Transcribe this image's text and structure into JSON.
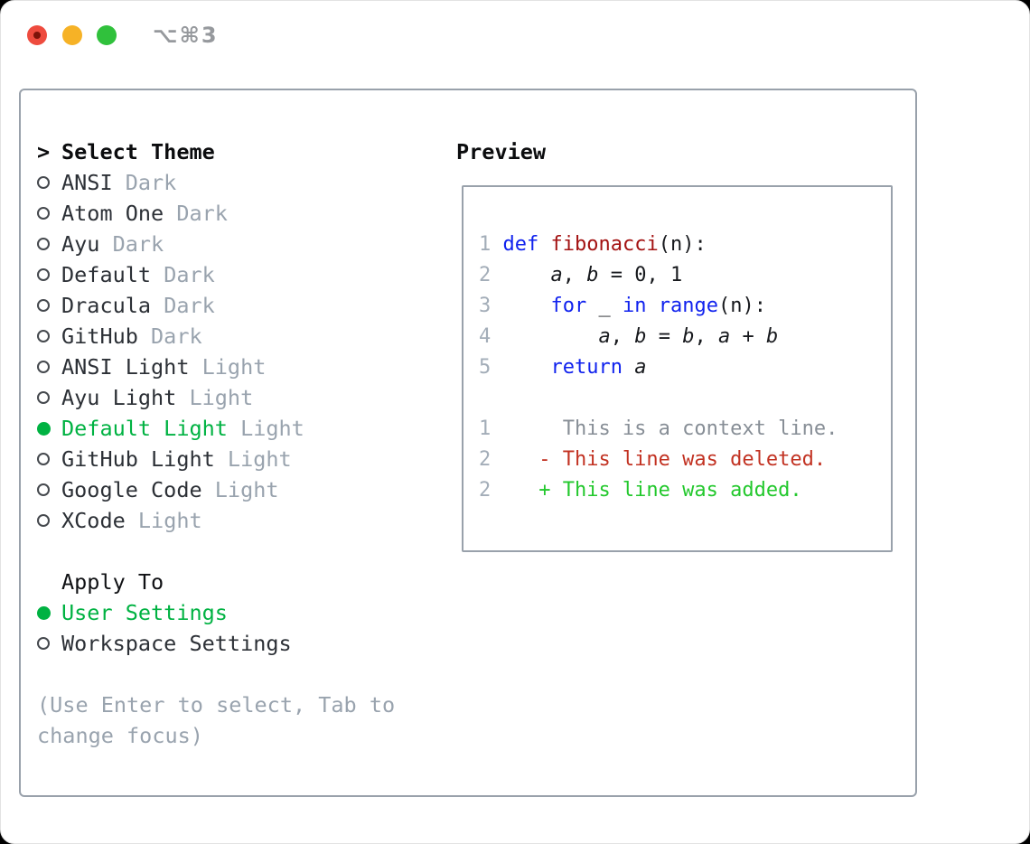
{
  "window": {
    "title": "⌥⌘3"
  },
  "colors": {
    "accent_green": "#00b242",
    "added_green": "#23c82d",
    "deleted_red": "#c23222",
    "keyword_blue": "#1022ee",
    "function_red": "#a31212",
    "context_gray": "#878e96",
    "line_number_gray": "#a3adb8",
    "border_gray": "#99a1ab",
    "muted_gray": "#99a3ae",
    "traffic_red": "#ee4b3e",
    "traffic_yellow": "#f6b226",
    "traffic_green": "#30c13c"
  },
  "theme_selector": {
    "prompt": ">",
    "title": "Select Theme",
    "items": [
      {
        "name": "ANSI",
        "variant": "Dark",
        "selected": false
      },
      {
        "name": "Atom One",
        "variant": "Dark",
        "selected": false
      },
      {
        "name": "Ayu",
        "variant": "Dark",
        "selected": false
      },
      {
        "name": "Default",
        "variant": "Dark",
        "selected": false
      },
      {
        "name": "Dracula",
        "variant": "Dark",
        "selected": false
      },
      {
        "name": "GitHub",
        "variant": "Dark",
        "selected": false
      },
      {
        "name": "ANSI Light",
        "variant": "Light",
        "selected": false
      },
      {
        "name": "Ayu Light",
        "variant": "Light",
        "selected": false
      },
      {
        "name": "Default Light",
        "variant": "Light",
        "selected": true
      },
      {
        "name": "GitHub Light",
        "variant": "Light",
        "selected": false
      },
      {
        "name": "Google Code",
        "variant": "Light",
        "selected": false
      },
      {
        "name": "XCode",
        "variant": "Light",
        "selected": false
      }
    ]
  },
  "apply_to": {
    "title": "Apply To",
    "options": [
      {
        "label": "User Settings",
        "selected": true
      },
      {
        "label": "Workspace Settings",
        "selected": false
      }
    ]
  },
  "hint": {
    "lines": [
      "(Use Enter to select, Tab to",
      "change focus)"
    ]
  },
  "preview": {
    "title": "Preview",
    "code_lines": [
      {
        "num": "1",
        "tokens": [
          {
            "t": "def",
            "c": "kw"
          },
          {
            "t": " ",
            "c": "pl"
          },
          {
            "t": "fibonacci",
            "c": "fn"
          },
          {
            "t": "(n):",
            "c": "pl"
          }
        ]
      },
      {
        "num": "2",
        "tokens": [
          {
            "t": "    ",
            "c": "pl"
          },
          {
            "t": "a",
            "c": "var"
          },
          {
            "t": ", ",
            "c": "pl"
          },
          {
            "t": "b",
            "c": "var"
          },
          {
            "t": " = 0, 1",
            "c": "pl"
          }
        ]
      },
      {
        "num": "3",
        "tokens": [
          {
            "t": "    ",
            "c": "pl"
          },
          {
            "t": "for",
            "c": "kw"
          },
          {
            "t": " _ ",
            "c": "pl"
          },
          {
            "t": "in",
            "c": "kw"
          },
          {
            "t": " ",
            "c": "pl"
          },
          {
            "t": "range",
            "c": "kw"
          },
          {
            "t": "(n):",
            "c": "pl"
          }
        ]
      },
      {
        "num": "4",
        "tokens": [
          {
            "t": "        ",
            "c": "pl"
          },
          {
            "t": "a",
            "c": "var"
          },
          {
            "t": ", ",
            "c": "pl"
          },
          {
            "t": "b",
            "c": "var"
          },
          {
            "t": " = ",
            "c": "pl"
          },
          {
            "t": "b",
            "c": "var"
          },
          {
            "t": ", ",
            "c": "pl"
          },
          {
            "t": "a",
            "c": "var"
          },
          {
            "t": " + ",
            "c": "pl"
          },
          {
            "t": "b",
            "c": "var"
          }
        ]
      },
      {
        "num": "5",
        "tokens": [
          {
            "t": "    ",
            "c": "pl"
          },
          {
            "t": "return",
            "c": "kw"
          },
          {
            "t": " ",
            "c": "pl"
          },
          {
            "t": "a",
            "c": "var"
          }
        ]
      }
    ],
    "diff_lines": [
      {
        "num": "1",
        "body": "     This is a context line.",
        "type": "context"
      },
      {
        "num": "2",
        "body": "   - This line was deleted.",
        "type": "deleted"
      },
      {
        "num": "2",
        "body": "   + This line was added.",
        "type": "added"
      }
    ]
  }
}
